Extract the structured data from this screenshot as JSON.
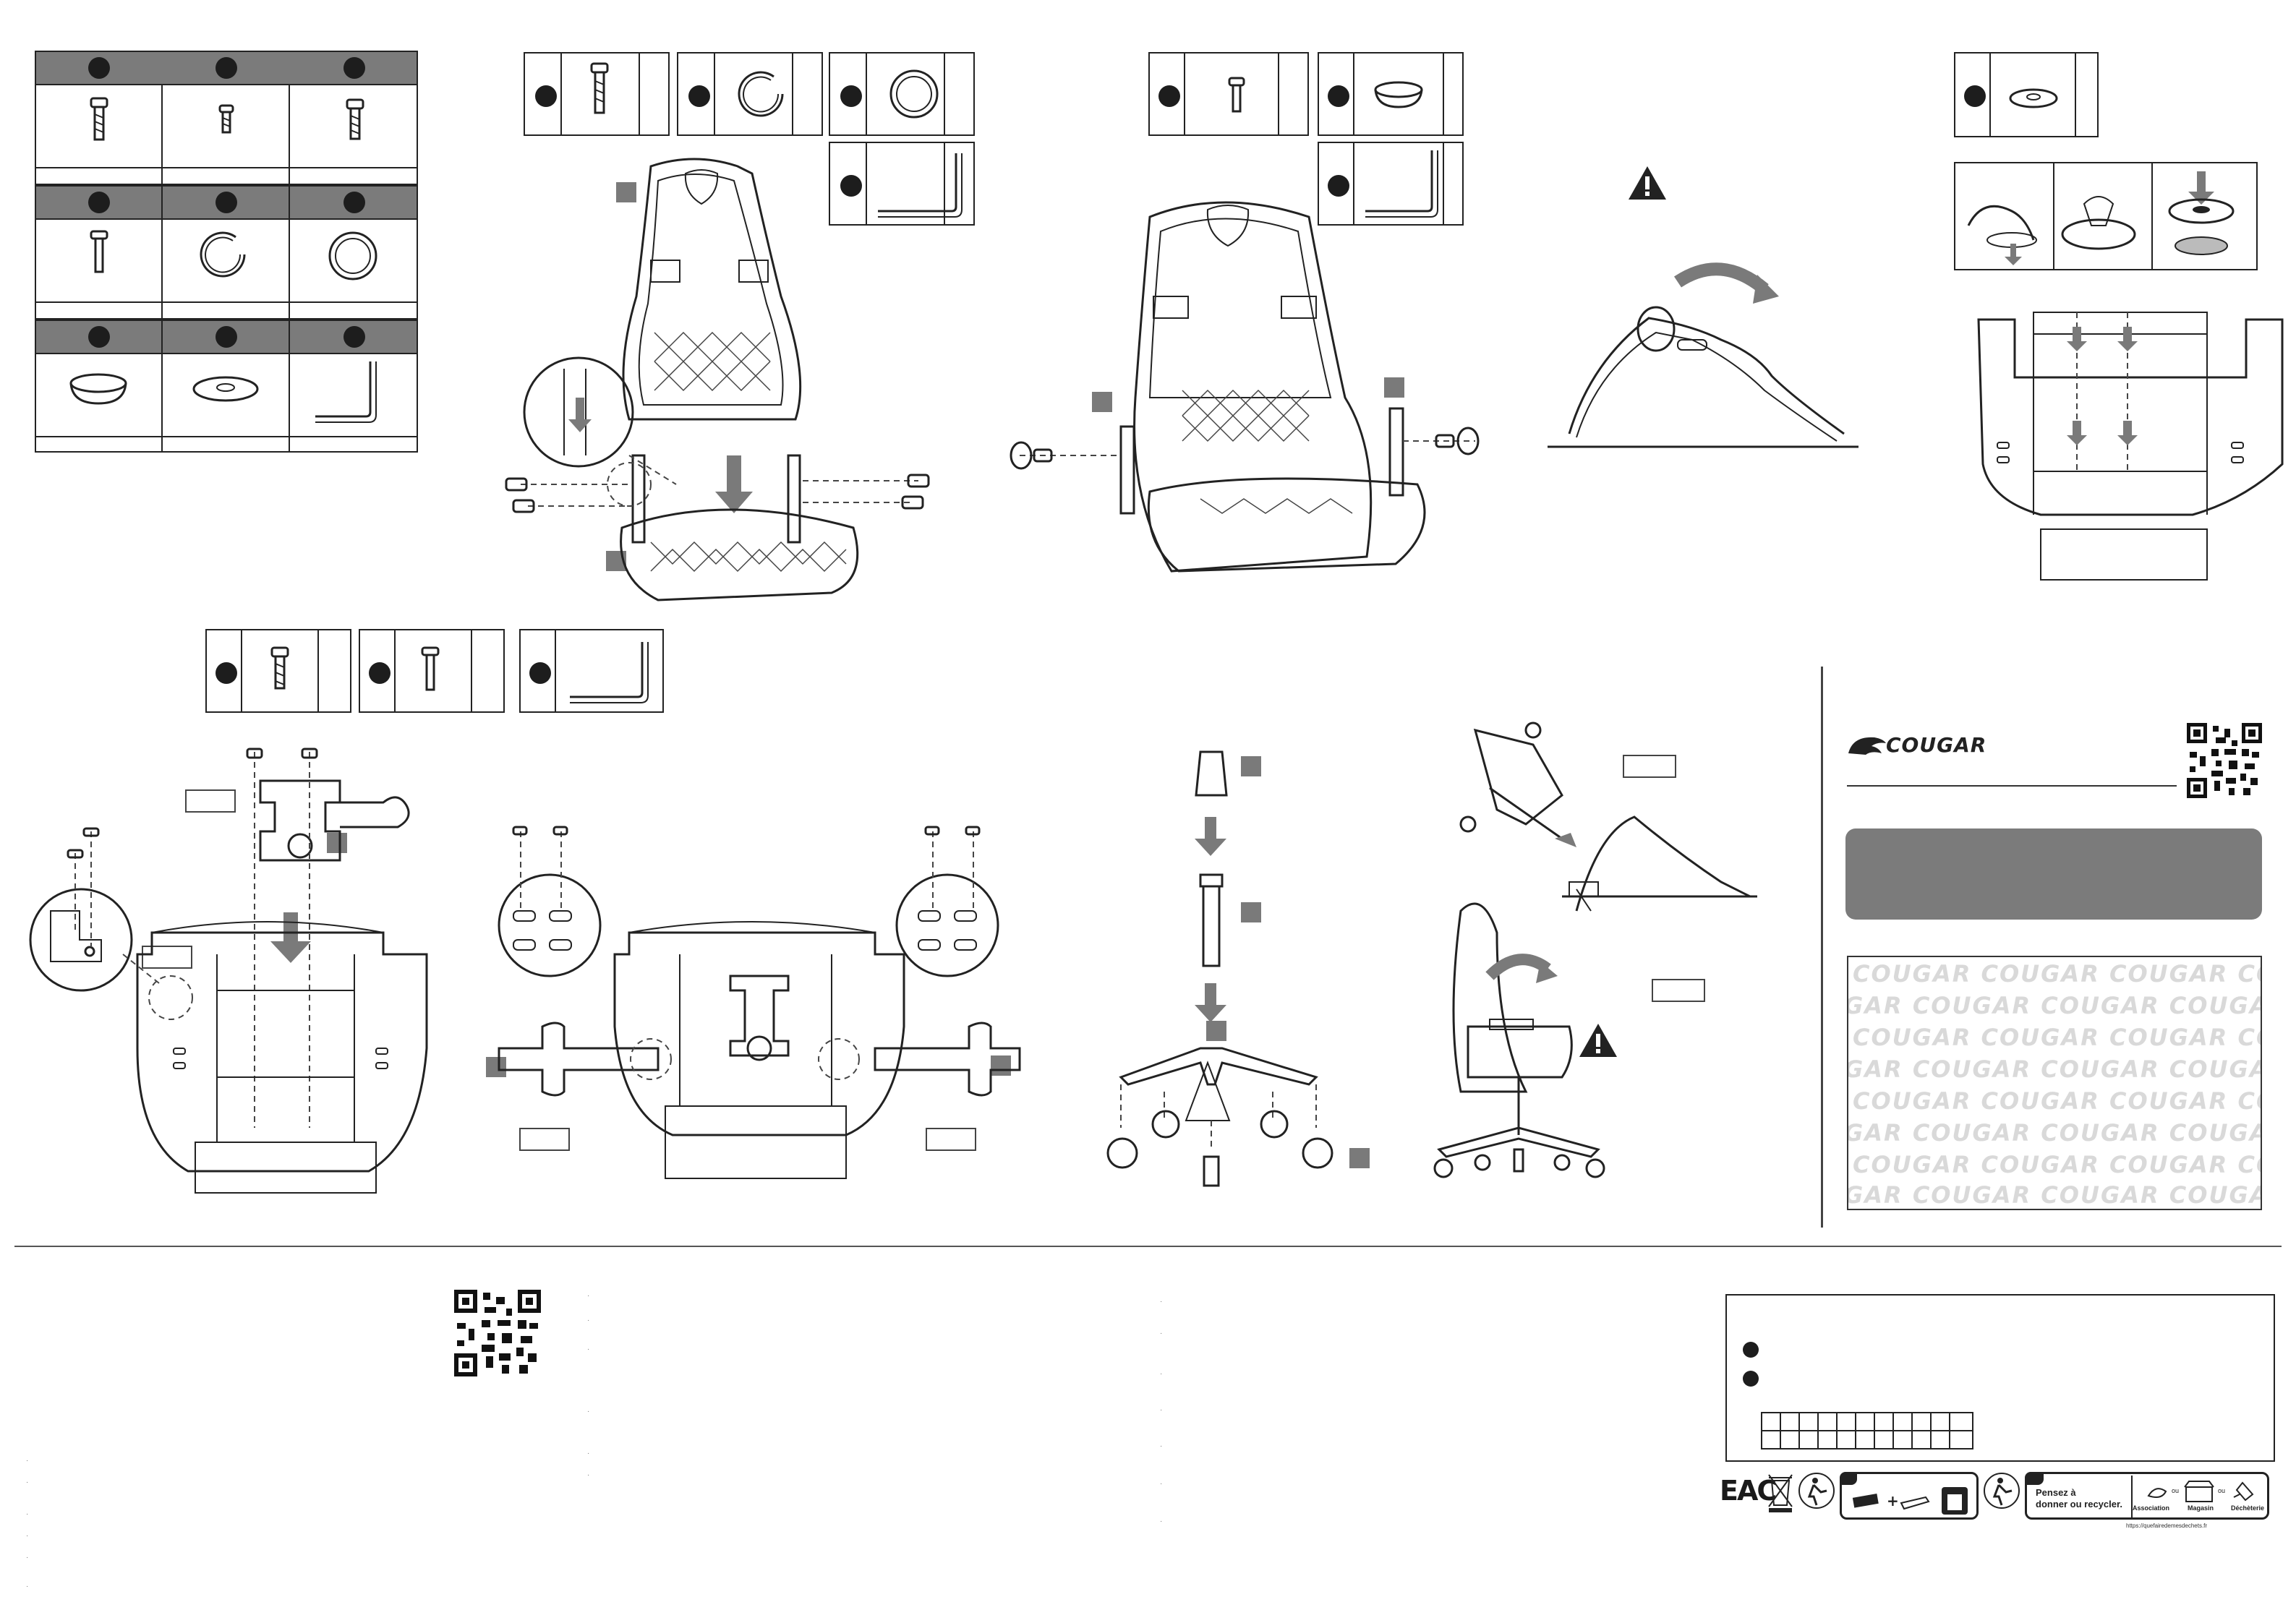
{
  "brand": {
    "logo_text": "COUGAR"
  },
  "watermark": {
    "rows": [
      "COUGAR   COUGAR   COUGAR   COUGAR",
      "GAR   COUGAR   COUGAR   COUGAR",
      "COUGAR   COUGAR   COUGAR   COUGAR",
      "GAR   COUGAR   COUGAR   COUGAR",
      "COUGAR   COUGAR   COUGAR   COUGAR",
      "GAR   COUGAR   COUGAR   COUGAR",
      "COUGAR   COUGAR   COUGAR   COUGAR",
      "GAR   COUGAR   COUGAR   COUGAR"
    ]
  },
  "recycling": {
    "badge_line1": "Pensez à",
    "badge_line2": "donner ou recycler.",
    "option_1": "Association",
    "option_2": "Magasin",
    "option_3": "Déchèterie",
    "separator": "ou",
    "url": "https://quefairedemesdechets.fr",
    "eac_mark": "EAC"
  },
  "colors": {
    "header_grey": "#7b7b7b",
    "step_grey": "#7a7a7a",
    "line": "#222222"
  }
}
